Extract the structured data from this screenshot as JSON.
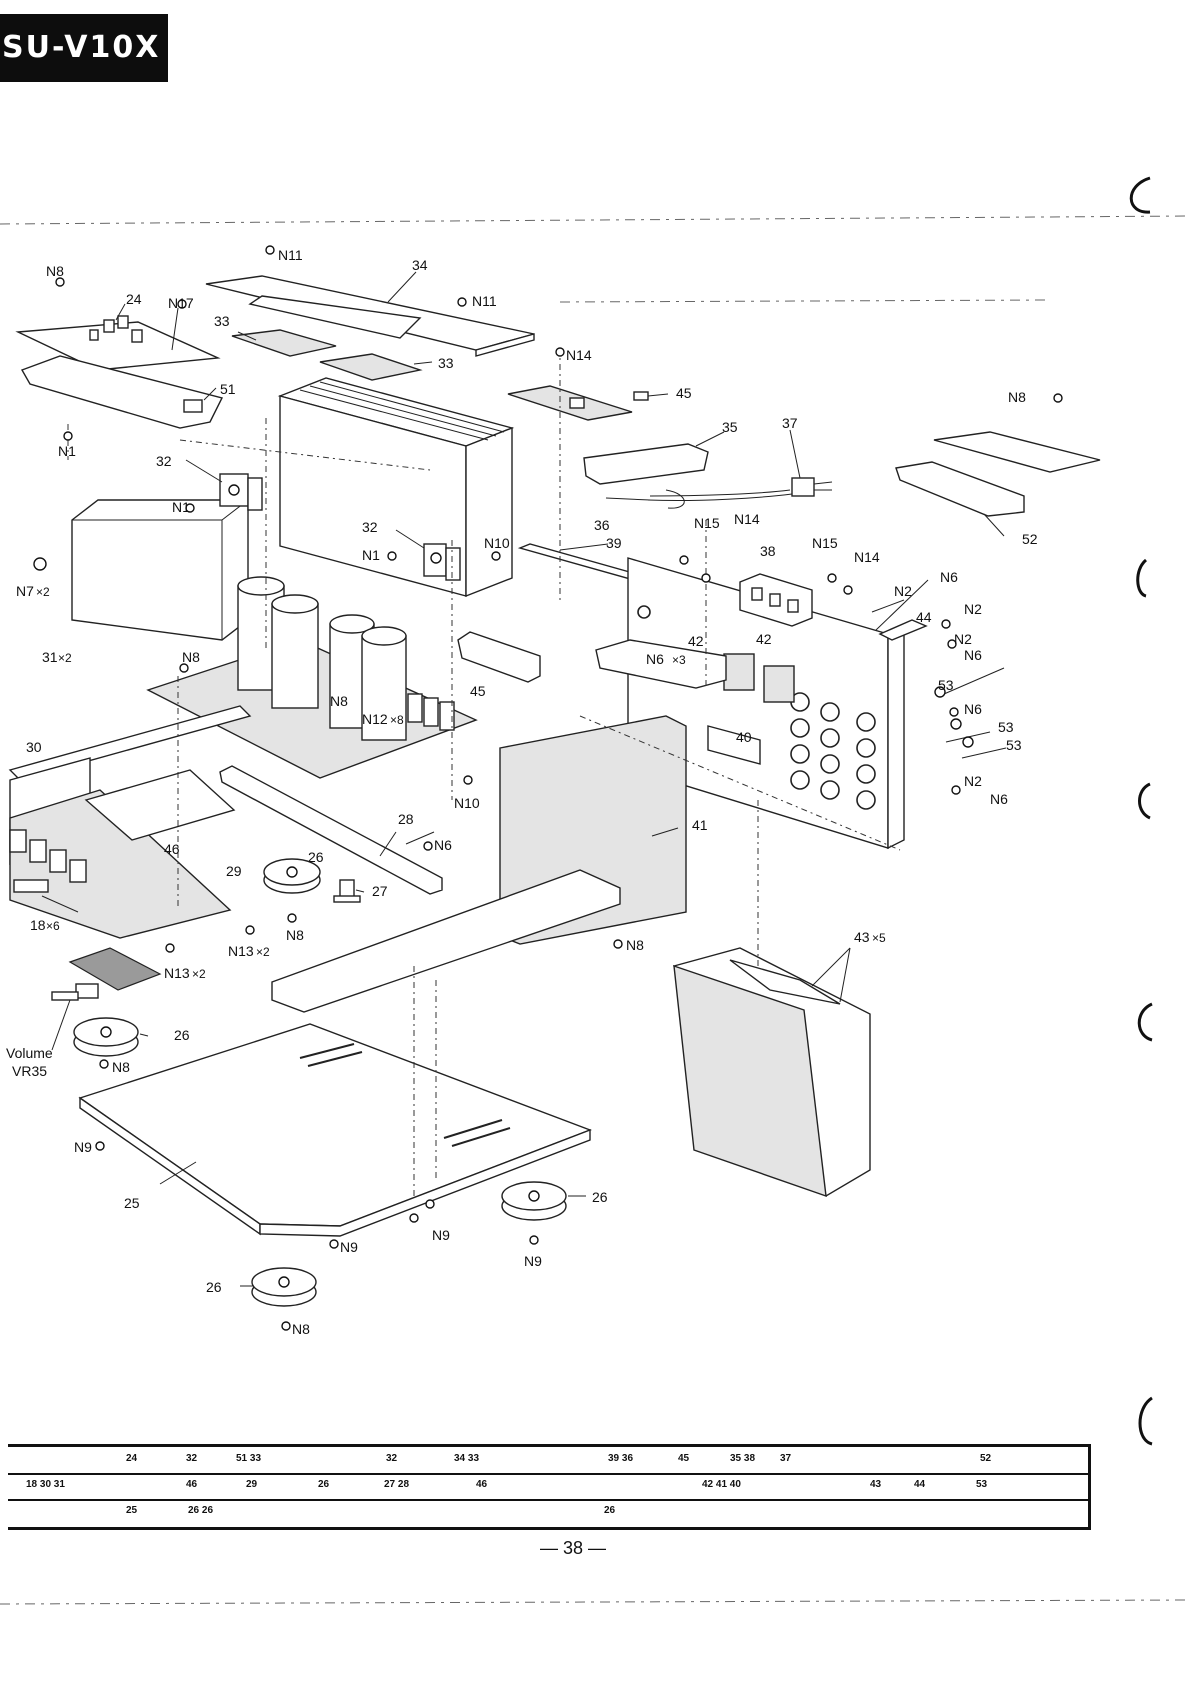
{
  "model": "SU-V10X",
  "page_number": "— 38 —",
  "labels": {
    "n11_top": "N11",
    "n8_tl": "N8",
    "p24": "24",
    "n17": "N17",
    "p34": "34",
    "n11_b": "N11",
    "p33a": "33",
    "p33b": "33",
    "p51": "51",
    "n14a": "N14",
    "p45a": "45",
    "n8_tr": "N8",
    "n1_l": "N1",
    "p35": "35",
    "p37": "37",
    "p32a": "32",
    "n1_b": "N1",
    "p52": "52",
    "p36": "36",
    "n15a": "N15",
    "n14b": "N14",
    "p32b": "32",
    "n1_c": "N1",
    "n10a": "N10",
    "p39": "39",
    "p38": "38",
    "n15b": "N15",
    "n14c": "N14",
    "n7": "N7",
    "x2_n7": "×2",
    "n6a": "N6",
    "n2a": "N2",
    "n2b": "N2",
    "p44": "44",
    "n2c": "N2",
    "n6b": "N6",
    "p31": "31",
    "x2_31": "×2",
    "n8_c": "N8",
    "p42a": "42",
    "p42b": "42",
    "n6x3": "N6",
    "x3": "×3",
    "p45b": "45",
    "p53a": "53",
    "n8_d": "N8",
    "n12": "N12",
    "x8": "×8",
    "n6c": "N6",
    "p53b": "53",
    "p53c": "53",
    "p30": "30",
    "p40": "40",
    "n10b": "N10",
    "n2d": "N2",
    "n6d": "N6",
    "p28": "28",
    "p41": "41",
    "p46": "46",
    "p29": "29",
    "p26a": "26",
    "n6e": "N6",
    "p27": "27",
    "p18": "18",
    "x6": "×6",
    "n8_e": "N8",
    "n13a": "N13",
    "x2_n13a": "×2",
    "n8_f": "N8",
    "p43": "43",
    "x5": "×5",
    "n13b": "N13",
    "x2_n13b": "×2",
    "volume": "Volume",
    "vr35": "VR35",
    "p26b": "26",
    "n8_g": "N8",
    "n9a": "N9",
    "p25": "25",
    "p26c": "26",
    "n9b": "N9",
    "n9c": "N9",
    "n9d": "N9",
    "p26d": "26",
    "n8_h": "N8"
  },
  "ref_table": {
    "row1": [
      "24",
      "32",
      "51 33",
      "32",
      "34 33",
      "39 36",
      "45",
      "35 38",
      "37",
      "52"
    ],
    "row2": [
      "18 30 31",
      "46",
      "29",
      "26",
      "27 28",
      "46",
      "42 41 40",
      "43",
      "44",
      "53"
    ],
    "row3": [
      "25",
      "26 26",
      "26"
    ]
  }
}
